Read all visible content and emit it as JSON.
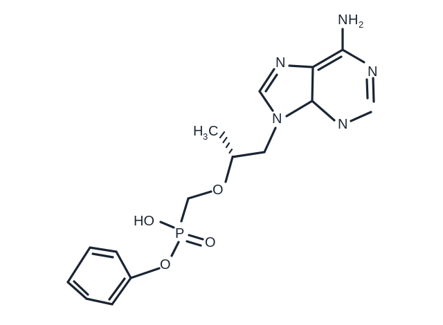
{
  "molecule": {
    "atoms": {
      "nh2_n": "N",
      "nh2_h": "H",
      "nh2_sub": "2",
      "n_pyrimidine_top": "N",
      "n_pyrimidine_bottom": "N",
      "n_imidazole_top": "N",
      "n_imidazole_9": "N",
      "methyl_h": "H",
      "methyl_sub": "3",
      "methyl_c": "C",
      "ether_o": "O",
      "hydroxyl": "HO",
      "phosphorus": "P",
      "oxo_o": "O",
      "phenoxy_o": "O"
    },
    "colors": {
      "ink": "#1b2533",
      "background": "#ffffff"
    }
  }
}
